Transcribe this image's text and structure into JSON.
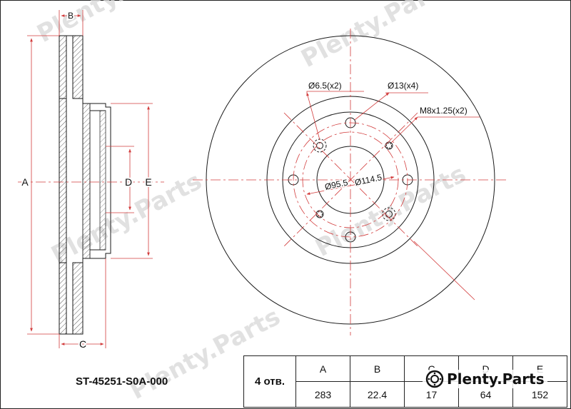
{
  "drawing": {
    "side_labels": {
      "A": "A",
      "B": "B",
      "C": "C",
      "D": "D",
      "E": "E"
    },
    "holes": {
      "small": "Ø6.5(x2)",
      "bolt": "Ø13(x4)",
      "thread": "M8x1.25(x2)",
      "inner_diameter": "Ø95.5",
      "pcd": "Ø114.5"
    }
  },
  "part_number": "ST-45251-S0A-000",
  "table": {
    "qty": "4 отв.",
    "headers": [
      "A",
      "B",
      "C",
      "D",
      "E"
    ],
    "values": [
      "283",
      "22.4",
      "17",
      "64",
      "152"
    ]
  },
  "brand": {
    "name": "Plenty.Parts"
  },
  "watermark": {
    "text": "Plenty.Parts"
  },
  "colors": {
    "dimension": "#d23c3c",
    "line": "#1a1a1a",
    "watermark": "#d9d9d9"
  }
}
